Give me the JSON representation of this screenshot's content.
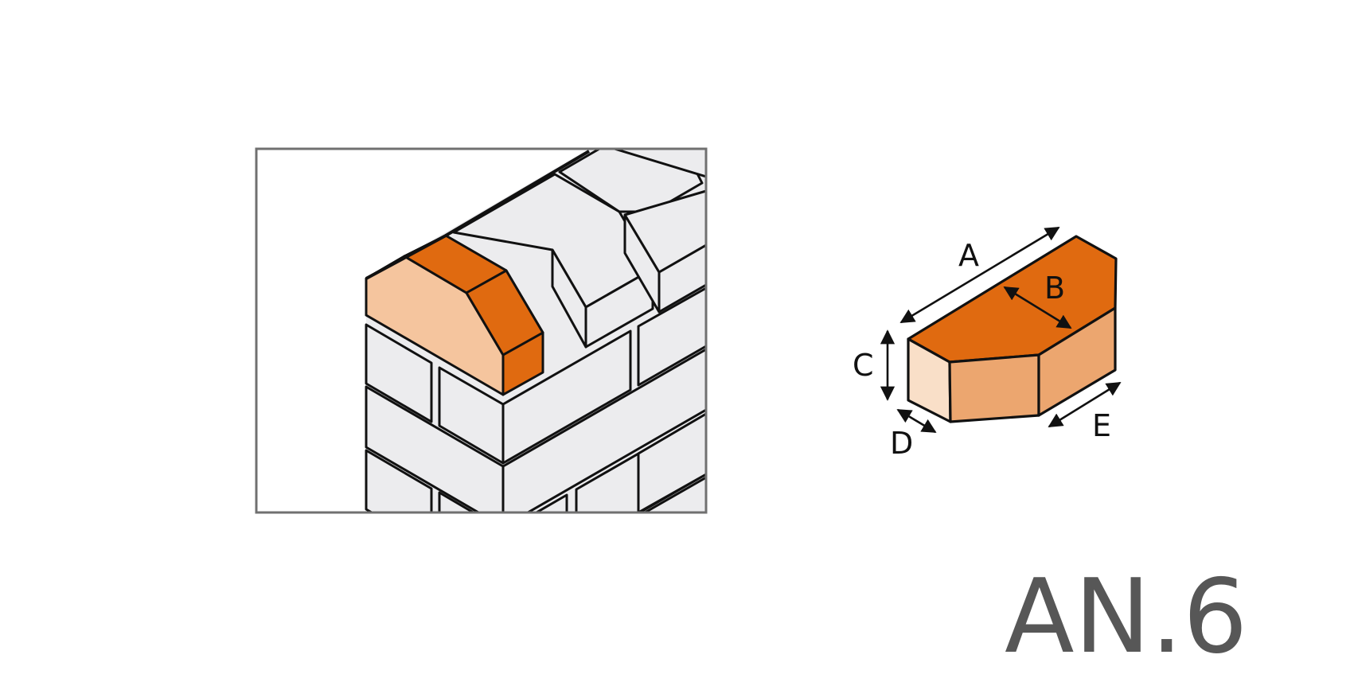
{
  "figure": {
    "code": "AN.6",
    "description": "Angle/coping special brick shape with dimension labels",
    "colors": {
      "brick_top": "#e06a10",
      "brick_end": "#f5c59e",
      "brick_front": "#eca66f",
      "brick_end_light": "#f9dfc8",
      "wall_brick": "#ececee",
      "outline": "#111111",
      "frame": "#707070",
      "code_text": "#575757"
    }
  },
  "dimensions": {
    "A": "A",
    "B": "B",
    "C": "C",
    "D": "D",
    "E": "E"
  }
}
